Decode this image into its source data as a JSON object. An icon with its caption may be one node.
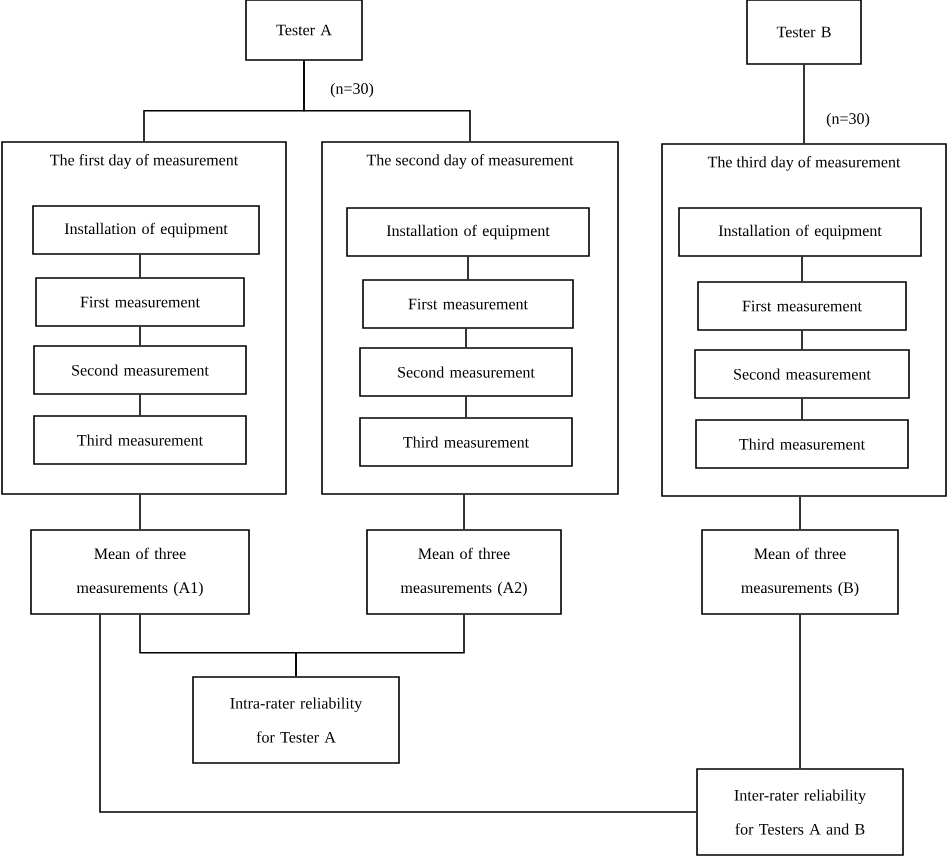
{
  "diagram": {
    "nodes": [
      {
        "text": [
          "Tester A"
        ]
      },
      {
        "text": [
          "Tester B"
        ]
      },
      {
        "text": [
          "The first day of measurement"
        ]
      },
      {
        "text": [
          "Installation of equipment"
        ],
        "in": 2
      },
      {
        "text": [
          "First measurement"
        ],
        "in": 2
      },
      {
        "text": [
          "Second measurement"
        ],
        "in": 2
      },
      {
        "text": [
          "Third measurement"
        ],
        "in": 2
      },
      {
        "text": [
          "The second day of measurement"
        ]
      },
      {
        "text": [
          "Installation of equipment"
        ],
        "in": 7
      },
      {
        "text": [
          "First measurement"
        ],
        "in": 7
      },
      {
        "text": [
          "Second measurement"
        ],
        "in": 7
      },
      {
        "text": [
          "Third measurement"
        ],
        "in": 7
      },
      {
        "text": [
          "The third day of measurement"
        ]
      },
      {
        "text": [
          "Installation of equipment"
        ],
        "in": 12
      },
      {
        "text": [
          "First measurement"
        ],
        "in": 12
      },
      {
        "text": [
          "Second measurement"
        ],
        "in": 12
      },
      {
        "text": [
          "Third measurement"
        ],
        "in": 12
      },
      {
        "text": [
          "Mean of three measurements (A1)"
        ]
      },
      {
        "text": [
          "Mean of three measurements (A2)"
        ]
      },
      {
        "text": [
          "Mean of three measurements (B)"
        ]
      },
      {
        "text": [
          "Intra-rater reliability for Tester A"
        ]
      },
      {
        "text": [
          "Inter-rater reliability for Testers A and B"
        ]
      }
    ],
    "edges": [
      {
        "from": 0,
        "to": 2,
        "arrow": "none",
        "label": "(n=30)"
      },
      {
        "from": 0,
        "to": 7,
        "arrow": "none"
      },
      {
        "from": 1,
        "to": 12,
        "arrow": "none",
        "label": "(n=30)"
      },
      {
        "from": 3,
        "to": 4,
        "arrow": "none"
      },
      {
        "from": 4,
        "to": 5,
        "arrow": "none"
      },
      {
        "from": 5,
        "to": 6,
        "arrow": "none"
      },
      {
        "from": 8,
        "to": 9,
        "arrow": "none"
      },
      {
        "from": 9,
        "to": 10,
        "arrow": "none"
      },
      {
        "from": 10,
        "to": 11,
        "arrow": "none"
      },
      {
        "from": 13,
        "to": 14,
        "arrow": "none"
      },
      {
        "from": 14,
        "to": 15,
        "arrow": "none"
      },
      {
        "from": 15,
        "to": 16,
        "arrow": "none"
      },
      {
        "from": 2,
        "to": 17,
        "arrow": "none"
      },
      {
        "from": 7,
        "to": 18,
        "arrow": "none"
      },
      {
        "from": 12,
        "to": 19,
        "arrow": "none"
      },
      {
        "from": 17,
        "to": 20,
        "arrow": "none"
      },
      {
        "from": 18,
        "to": 20,
        "arrow": "none"
      },
      {
        "from": 17,
        "to": 21,
        "arrow": "none"
      },
      {
        "from": 19,
        "to": 21,
        "arrow": "none"
      }
    ]
  }
}
